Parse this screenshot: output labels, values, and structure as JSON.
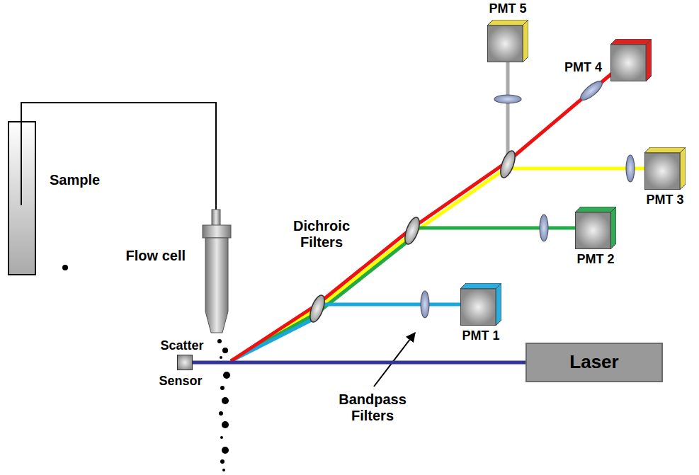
{
  "diagram": {
    "nodes": [
      {
        "text": [
          "PMT 5"
        ]
      },
      {
        "text": [
          "PMT 4"
        ]
      },
      {
        "text": [
          "PMT 3"
        ]
      },
      {
        "text": [
          "PMT 2"
        ]
      },
      {
        "text": [
          "PMT 1"
        ]
      },
      {
        "text": [
          "Scatter",
          "Sensor"
        ]
      },
      {
        "text": [
          "Laser"
        ]
      }
    ],
    "edges": [
      {
        "from": 6,
        "to": 5,
        "arrow": "none"
      }
    ],
    "labels": [
      "Sample",
      "Flow cell",
      "Dichroic Filters",
      "Bandpass Filters"
    ]
  }
}
